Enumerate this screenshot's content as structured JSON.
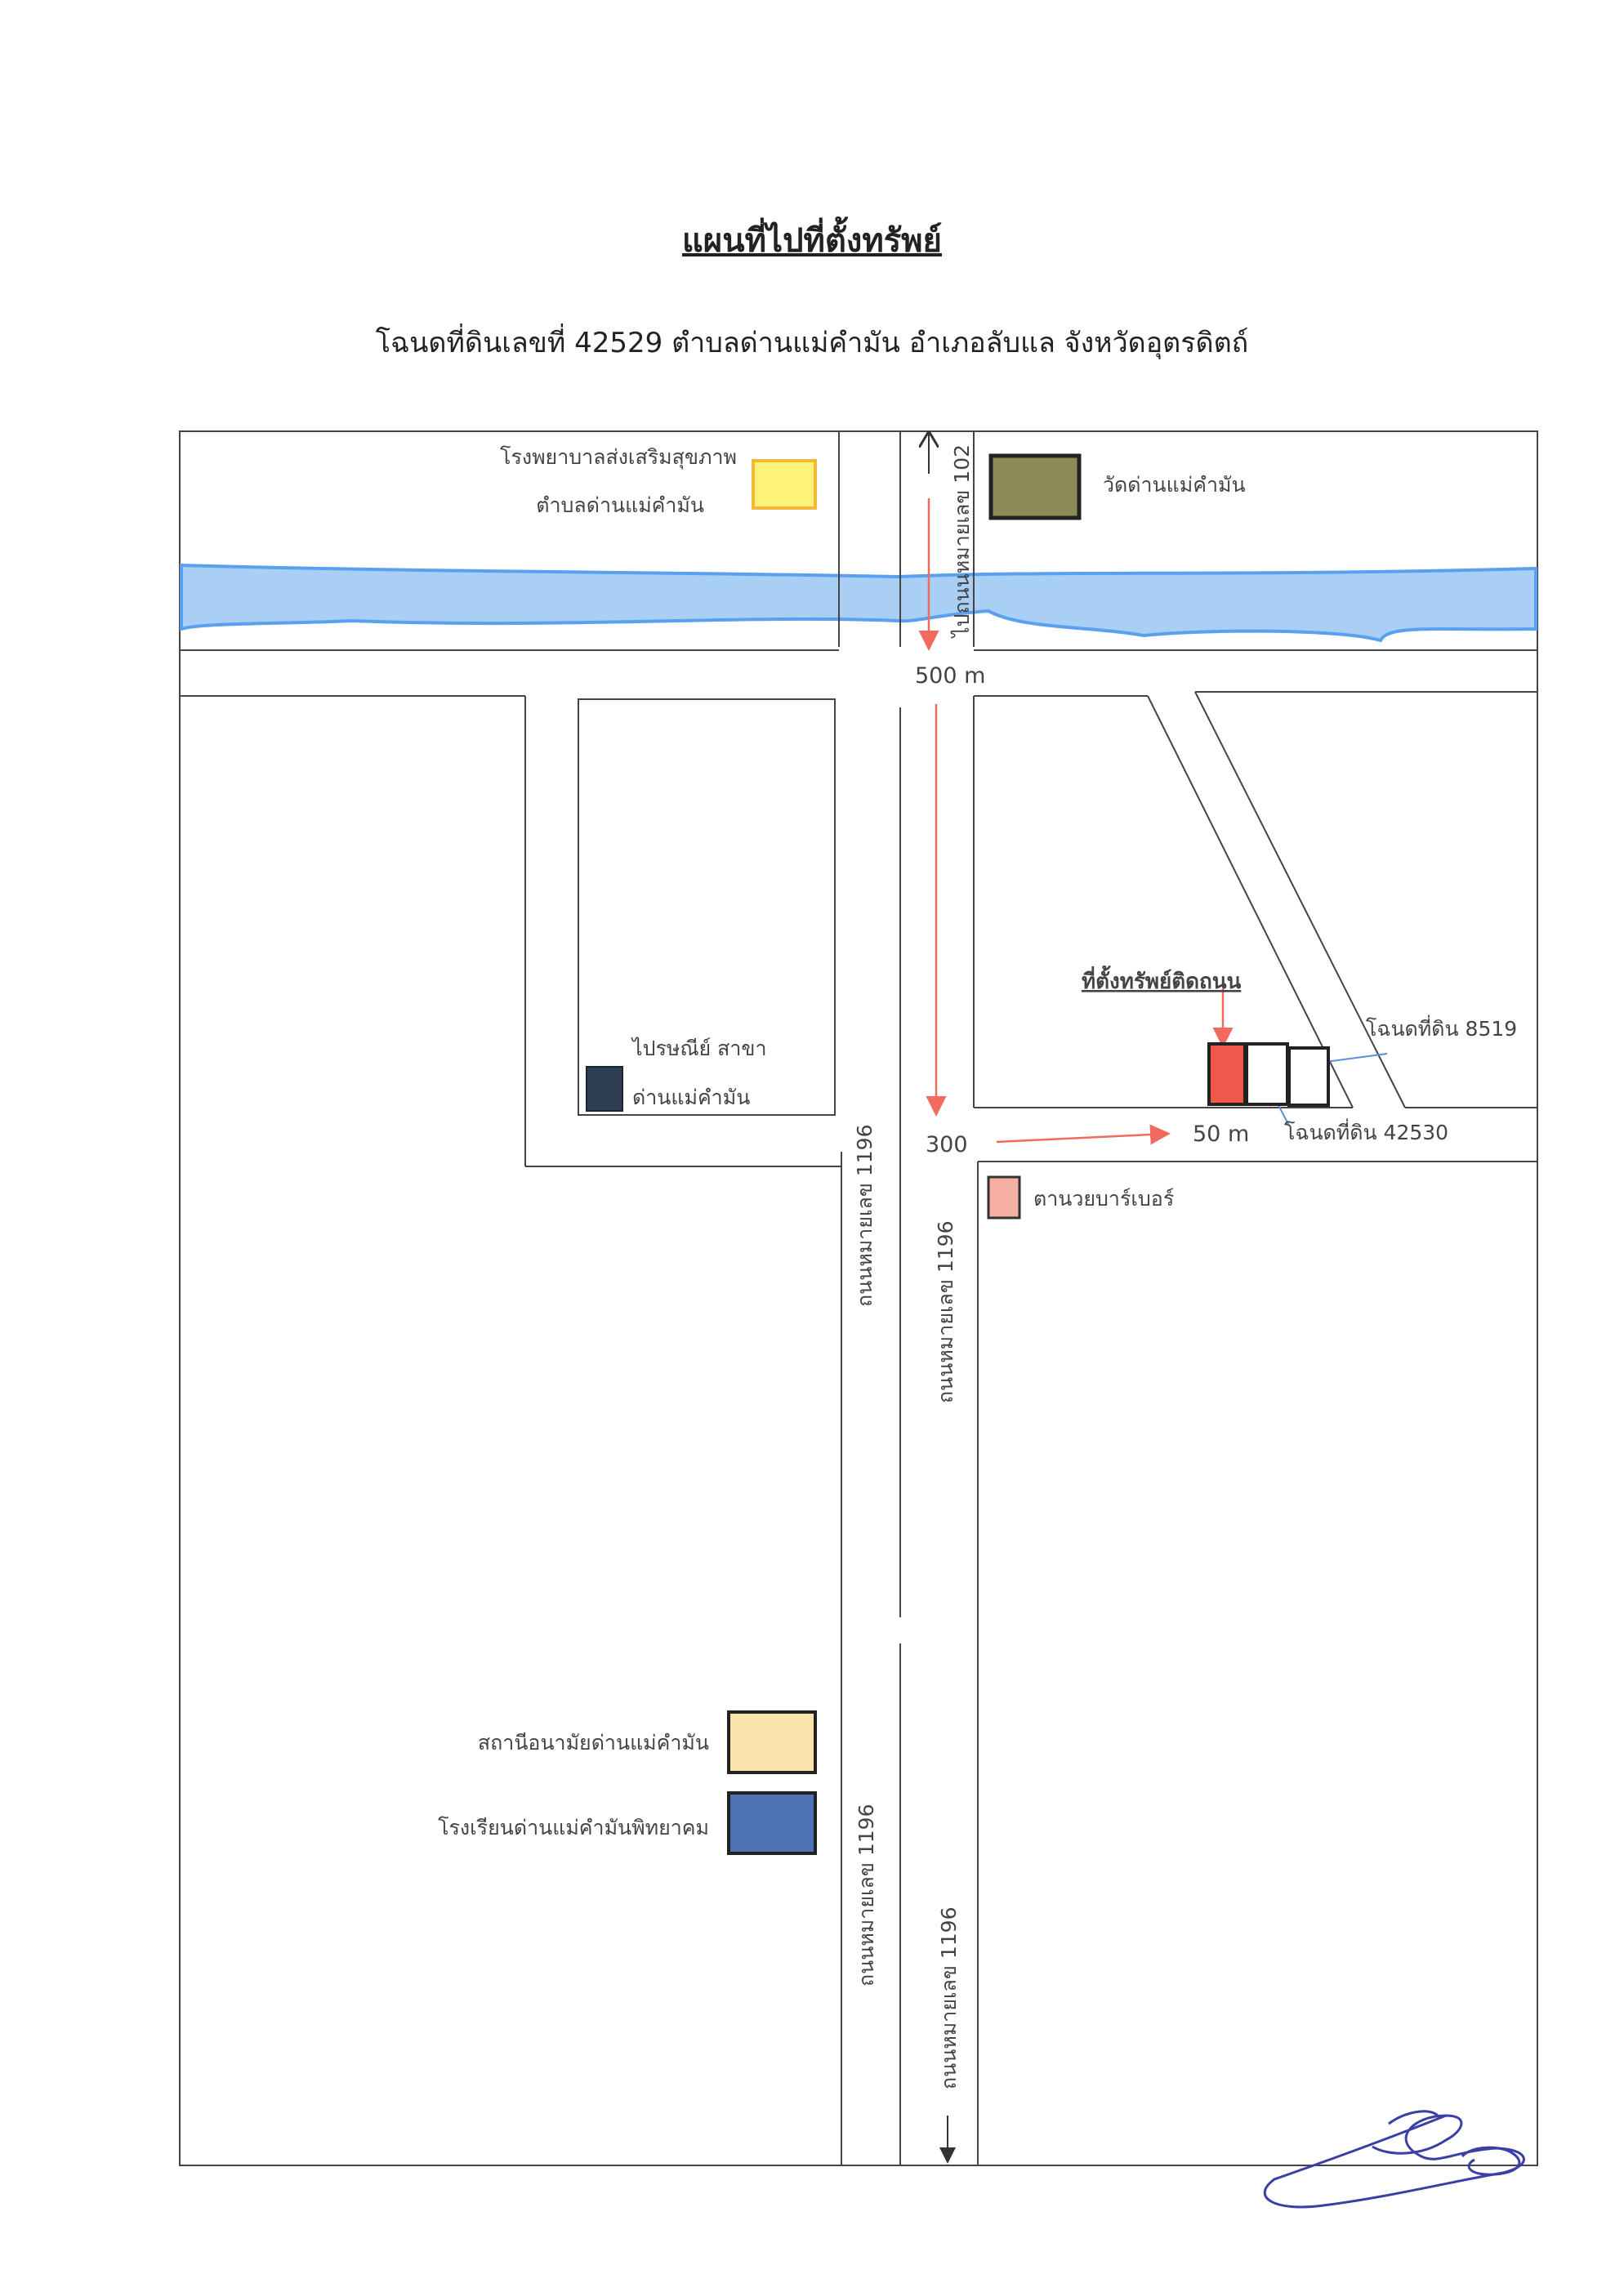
{
  "title": "แผนที่ไปที่ตั้งทรัพย์",
  "subtitle": "โฉนดที่ดินเลขที่ 42529 ตำบลด่านแม่คำมัน อำเภอลับแล จังหวัดอุตรดิตถ์",
  "landmarks": {
    "hospital_line1": "โรงพยาบาลส่งเสริมสุขภาพ",
    "hospital_line2": "ตำบลด่านแม่คำมัน",
    "temple": "วัดด่านแม่คำมัน",
    "post_line1": "ไปรษณีย์ สาขา",
    "post_line2": "ด่านแม่คำมัน",
    "barber": "ตานวยบาร์เบอร์",
    "health_station": "สถานีอนามัยด่านแม่คำมัน",
    "school": "โรงเรียนด่านแม่คำมันพิทยาคม"
  },
  "roads": {
    "top_road": "ไปถนนหมายเลข 102",
    "road_1196": "ถนนหมายเลข 1196"
  },
  "distances": {
    "d500": "500 m",
    "d300": "300",
    "d50": "50 m"
  },
  "property": {
    "label": "ที่ตั้งทรัพย์ติดถนน",
    "deed_8519": "โฉนดที่ดิน 8519",
    "deed_42530": "โฉนดที่ดิน 42530"
  },
  "colors": {
    "river": "#a9cff5",
    "river_edge": "#5aa0ef",
    "hospital": "#fdf27a",
    "hospital_edge": "#f5b93a",
    "temple": "#8d8a55",
    "post": "#2e3f52",
    "barber": "#f5b0a3",
    "health_station": "#fbe4ab",
    "school": "#4e72b3",
    "property": "#f0584b",
    "route_arrow": "#f06b5e",
    "pointer_arrow": "#5b8fd6",
    "signature": "#3a3fa5"
  }
}
